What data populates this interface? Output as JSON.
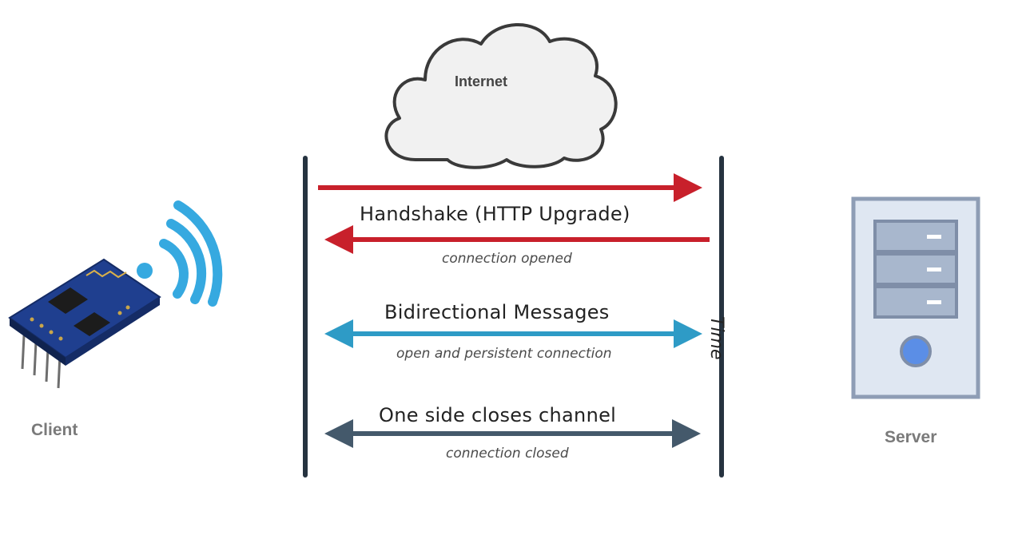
{
  "internet": {
    "label": "Internet"
  },
  "client": {
    "label": "Client"
  },
  "server": {
    "label": "Server"
  },
  "timeline": {
    "label": "Time"
  },
  "messages": [
    {
      "title": "Handshake (HTTP Upgrade)",
      "subtitle": "connection opened",
      "color": "#c8202b"
    },
    {
      "title": "Bidirectional Messages",
      "subtitle": "open and persistent connection",
      "color": "#2e9bc6"
    },
    {
      "title": "One side closes channel",
      "subtitle": "connection closed",
      "color": "#44596b"
    }
  ],
  "colors": {
    "lifeline": "#263340",
    "wifi": "#36a9e0",
    "board": "#1f3f8f",
    "server_case": "#8e9db5",
    "server_fill": "#dfe7f2",
    "server_button": "#5b8ee6"
  }
}
